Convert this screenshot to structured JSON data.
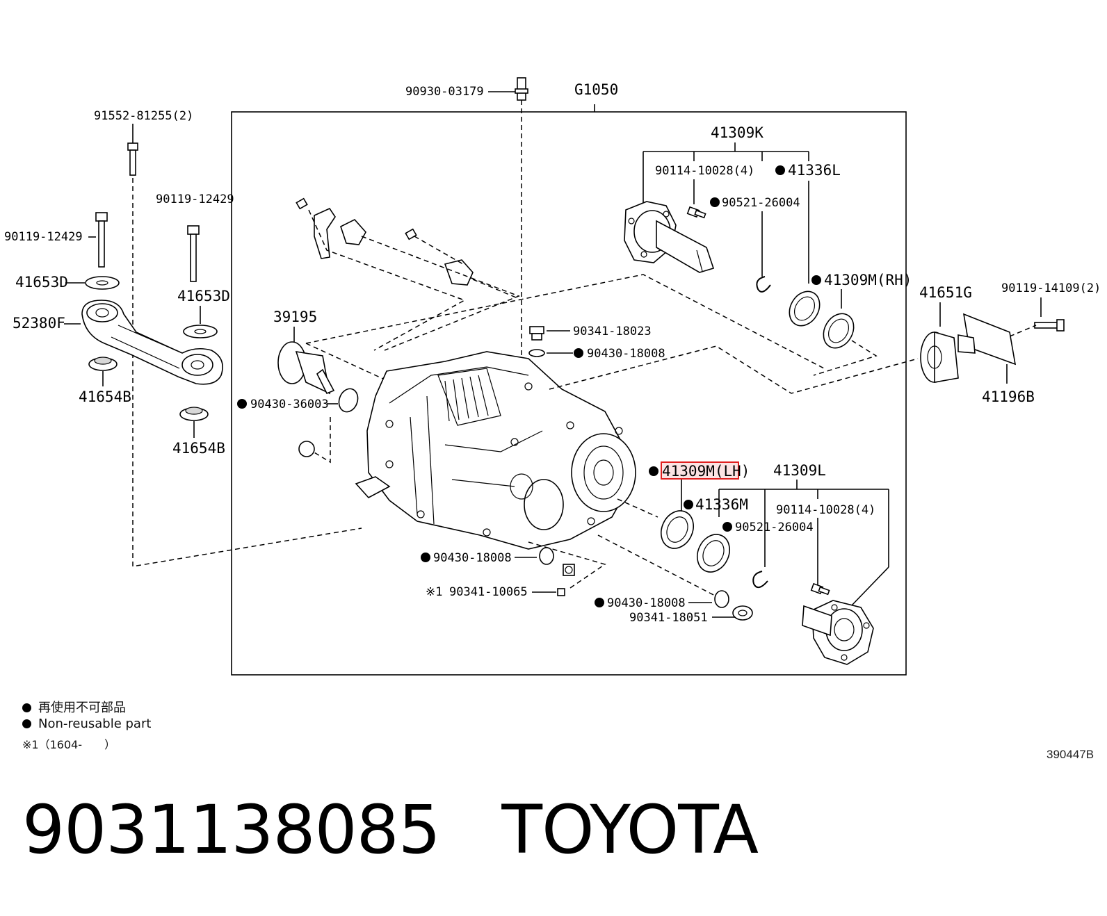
{
  "diagram": {
    "group_label": "G1050",
    "labels": {
      "breather": "90930-03179",
      "bolt_top_left": "91552-81255(2)",
      "bolt_a": "90119-12429",
      "bolt_b": "90119-12429",
      "cushion_41653d_left": "41653D",
      "cushion_41653d_right": "41653D",
      "support_52380f": "52380F",
      "stopper_41654b_left": "41654B",
      "stopper_41654b_right": "41654B",
      "part_39195": "39195",
      "oring_90430_36003": "90430-36003",
      "plug_90341_18023": "90341-18023",
      "gasket_90430_18008_top": "90430-18008",
      "assy_41309k": "41309K",
      "bolt_90114_top": "90114-10028(4)",
      "seal_41336l": "41336L",
      "snapring_90521_top": "90521-26004",
      "seal_41309m_rh": "41309M(RH)",
      "part_41651g": "41651G",
      "bolt_90119_14109": "90119-14109(2)",
      "bracket_41196b": "41196B",
      "seal_41309m_lh": "41309M(LH)",
      "assy_41309l": "41309L",
      "seal_41336m": "41336M",
      "bolt_90114_bottom": "90114-10028(4)",
      "snapring_90521_bottom": "90521-26004",
      "gasket_90430_18008_mid": "90430-18008",
      "plug_90341_10065_mark": "※1",
      "plug_90341_10065": "90341-10065",
      "gasket_90430_18008_low": "90430-18008",
      "plug_90341_18051": "90341-18051"
    },
    "highlighted_part": "41309M(LH)"
  },
  "legend": {
    "line1": "再使用不可部品",
    "line2": "Non-reusable part",
    "line3": "※1（1604-　　）"
  },
  "illustration_id": "390447B",
  "caption": {
    "part_number": "9031138085",
    "brand": "TOYOTA"
  },
  "colors": {
    "highlight": "#e02020",
    "highlight_fill": "#fbe3e3",
    "line": "#000000"
  }
}
